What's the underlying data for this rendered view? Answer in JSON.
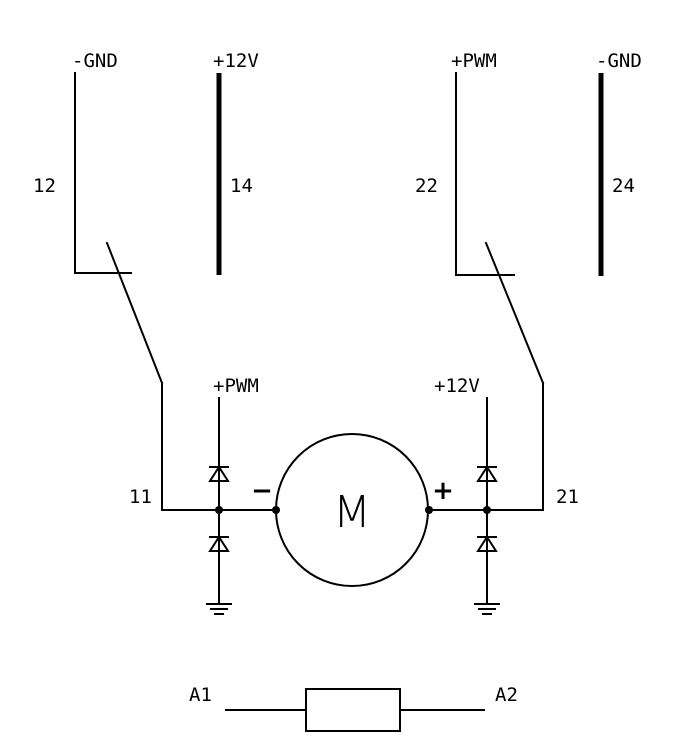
{
  "contacts": {
    "c12_label": "-GND",
    "c14_label": "+12V",
    "c22_label": "+PWM",
    "c24_label": "-GND",
    "pin12": "12",
    "pin14": "14",
    "pin22": "22",
    "pin24": "24",
    "pin11": "11",
    "pin21": "21"
  },
  "motor": {
    "label": "M",
    "minus": "−",
    "plus": "+",
    "left_supply": "+PWM",
    "right_supply": "+12V"
  },
  "coil": {
    "a1": "A1",
    "a2": "A2"
  }
}
